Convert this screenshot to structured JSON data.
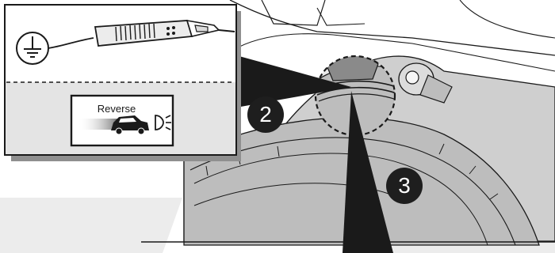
{
  "diagram": {
    "callouts": [
      "2",
      "3"
    ],
    "indicator_label": "Reverse",
    "icons": [
      "ground-symbol-icon",
      "circuit-tester-icon",
      "reverse-light-indicator-icon",
      "car-icon",
      "headlight-icon"
    ],
    "colors": {
      "background": "#ffffff",
      "car_body_gray": "#cfcfcf",
      "tire_gray": "#bdbdbd",
      "callout_fill": "#1e1e1e",
      "callout_text": "#ffffff",
      "inset_lower_fill": "#e4e4e4",
      "line": "#1a1a1a"
    }
  }
}
